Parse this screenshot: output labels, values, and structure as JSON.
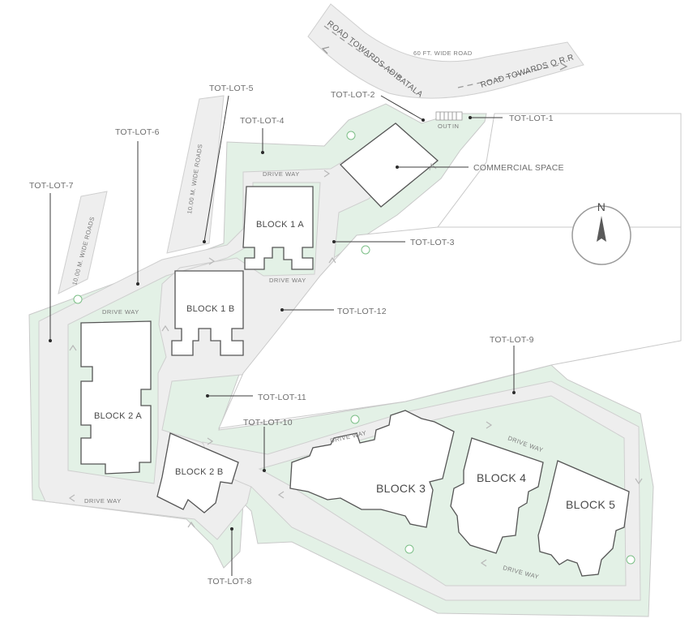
{
  "roads": {
    "adibatala": "ROAD TOWARDS ADIBATALA",
    "orr": "ROAD TOWARDS O.R.R",
    "wide60": "60 FT. WIDE ROAD",
    "wide10a": "10.00 M. WIDE ROADS",
    "wide10b": "10.00 M. WIDE ROADS",
    "out": "OUT",
    "in": "IN"
  },
  "labels": {
    "totlot1": "TOT-LOT-1",
    "totlot2": "TOT-LOT-2",
    "totlot3": "TOT-LOT-3",
    "totlot4": "TOT-LOT-4",
    "totlot5": "TOT-LOT-5",
    "totlot6": "TOT-LOT-6",
    "totlot7": "TOT-LOT-7",
    "totlot8": "TOT-LOT-8",
    "totlot9": "TOT-LOT-9",
    "totlot10": "TOT-LOT-10",
    "totlot11": "TOT-LOT-11",
    "totlot12": "TOT-LOT-12",
    "commercial": "COMMERCIAL SPACE"
  },
  "blocks": {
    "b1a": "BLOCK 1 A",
    "b1b": "BLOCK 1 B",
    "b2a": "BLOCK 2 A",
    "b2b": "BLOCK 2 B",
    "b3": "BLOCK 3",
    "b4": "BLOCK 4",
    "b5": "BLOCK 5"
  },
  "driveway": "DRIVE WAY",
  "compass": {
    "north": "N"
  },
  "colors": {
    "green_area": "#e3f1e6",
    "road": "#eeeeee",
    "building_outline": "#555555",
    "leader": "#3c3c3c"
  }
}
